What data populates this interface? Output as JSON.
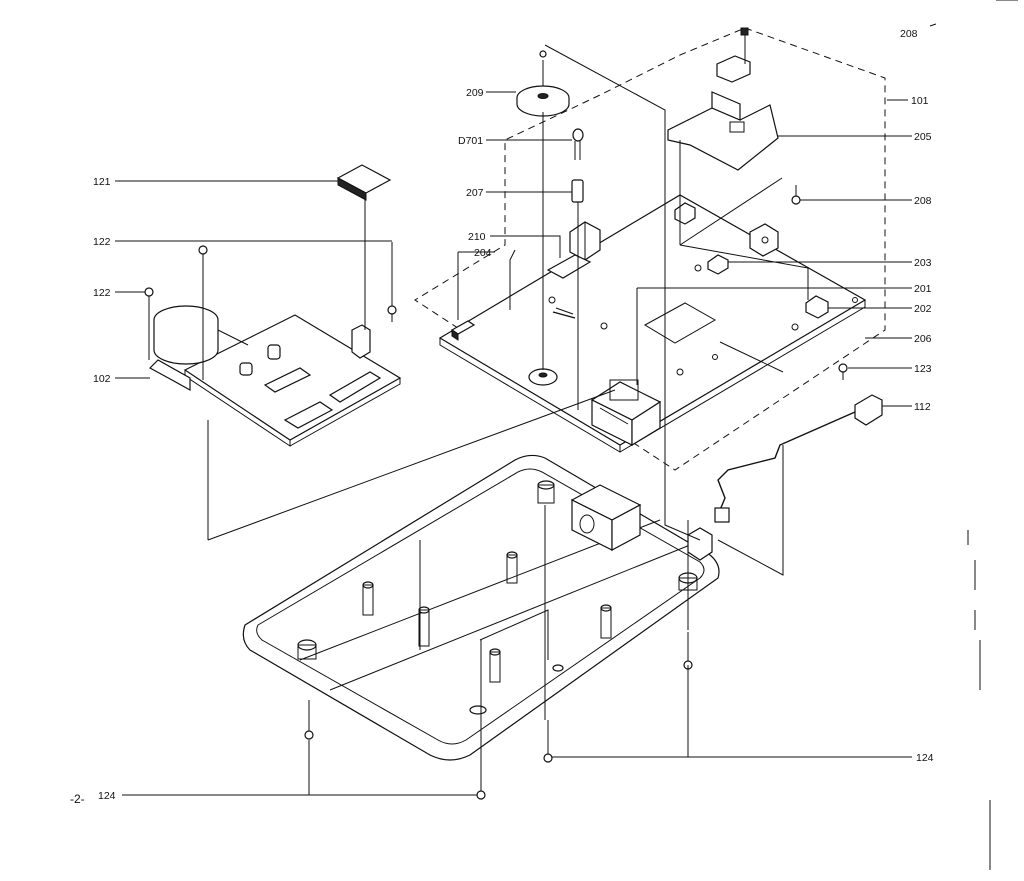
{
  "page_number": "-2-",
  "labels": {
    "l208_top": "208",
    "l101": "101",
    "l205": "205",
    "l208_right": "208",
    "l203": "203",
    "l201": "201",
    "l202": "202",
    "l206": "206",
    "l123": "123",
    "l112": "112",
    "l209": "209",
    "lD701": "D701",
    "l207": "207",
    "l210": "210",
    "l204": "204",
    "l121": "121",
    "l122_top": "122",
    "l122_left": "122",
    "l102": "102",
    "l124_right": "124",
    "l124_bottom": "124"
  }
}
